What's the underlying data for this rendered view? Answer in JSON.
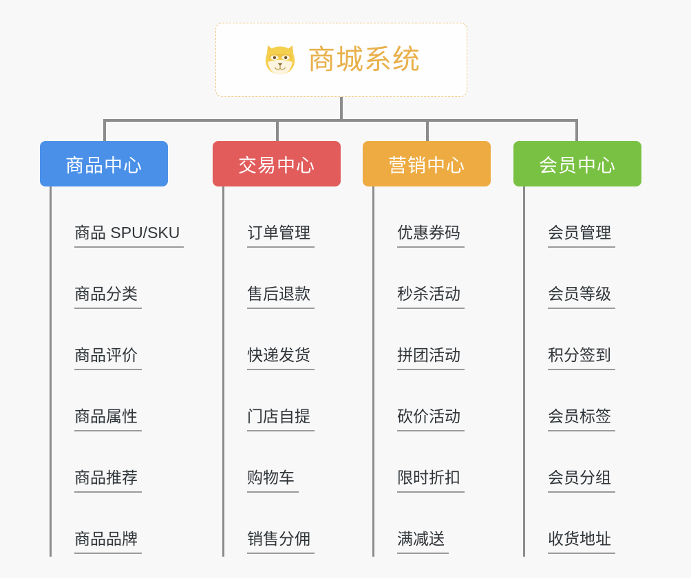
{
  "canvas": {
    "background": "#f8f8f8",
    "connector_color": "#8c8c8c"
  },
  "root": {
    "title": "商城系统",
    "icon": "shiba-dog-face-icon",
    "border_color": "#eec97e",
    "title_color": "#e8b04b"
  },
  "branches": [
    {
      "title": "商品中心",
      "color": "#4a90e8",
      "items": [
        "商品 SPU/SKU",
        "商品分类",
        "商品评价",
        "商品属性",
        "商品推荐",
        "商品品牌"
      ]
    },
    {
      "title": "交易中心",
      "color": "#e25c5c",
      "items": [
        "订单管理",
        "售后退款",
        "快递发货",
        "门店自提",
        "购物车",
        "销售分佣"
      ]
    },
    {
      "title": "营销中心",
      "color": "#eeab42",
      "items": [
        "优惠券码",
        "秒杀活动",
        "拼团活动",
        "砍价活动",
        "限时折扣",
        "满减送"
      ]
    },
    {
      "title": "会员中心",
      "color": "#79c143",
      "items": [
        "会员管理",
        "会员等级",
        "积分签到",
        "会员标签",
        "会员分组",
        "收货地址"
      ]
    }
  ]
}
